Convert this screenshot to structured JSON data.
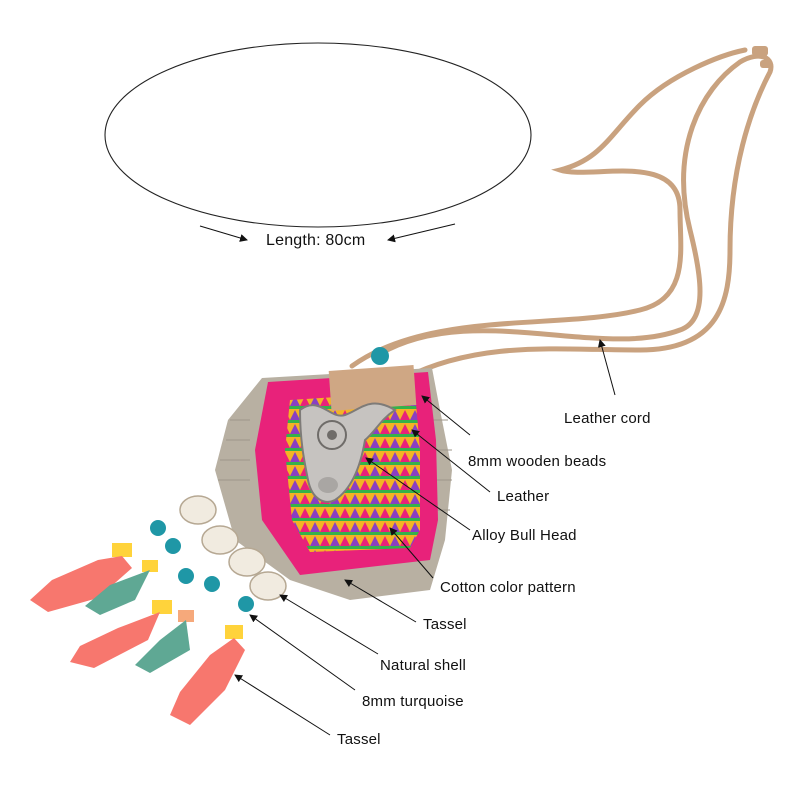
{
  "length_label": "Length: 80cm",
  "callouts": [
    "Leather cord",
    "8mm wooden beads",
    "Leather",
    "Alloy Bull Head",
    "Cotton color pattern",
    "Tassel",
    "Natural shell",
    "8mm turquoise",
    "Tassel"
  ],
  "colors": {
    "cord": "#c9a27f",
    "fringe": "#b8b0a2",
    "pompom": "#e8227a",
    "tassel_pink": "#f7776e",
    "tassel_green": "#5fa894",
    "turquoise": "#1f97a6",
    "silver": "#c6c3c0"
  }
}
